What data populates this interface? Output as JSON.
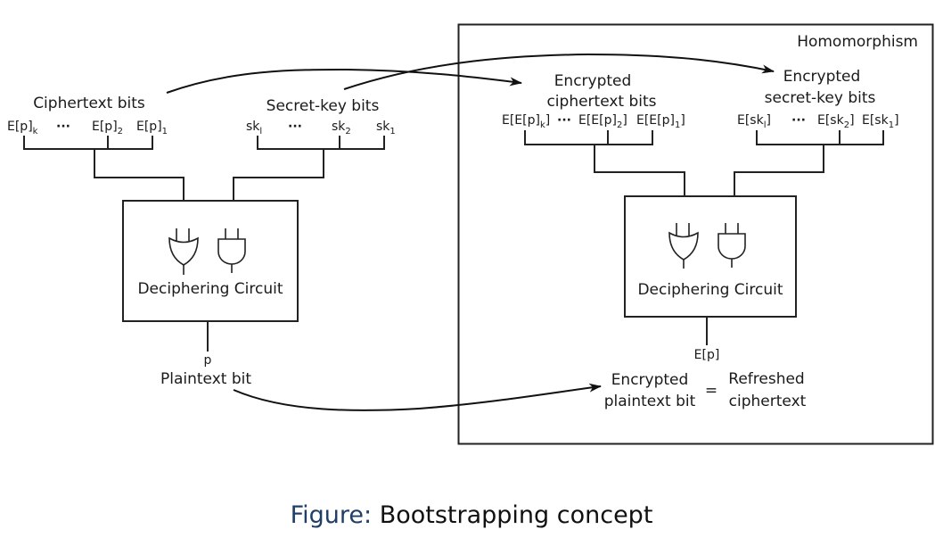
{
  "outer_box": {
    "title": "Homomorphism"
  },
  "left": {
    "ciphertext_label": "Ciphertext bits",
    "ciphertext_items": [
      {
        "base": "E[p]",
        "sub": "k"
      },
      {
        "base": "···",
        "sub": ""
      },
      {
        "base": "E[p]",
        "sub": "2"
      },
      {
        "base": "E[p]",
        "sub": "1"
      }
    ],
    "secret_key_label": "Secret-key bits",
    "secret_key_items": [
      {
        "base": "sk",
        "sub": "l"
      },
      {
        "base": "···",
        "sub": ""
      },
      {
        "base": "sk",
        "sub": "2"
      },
      {
        "base": "sk",
        "sub": "1"
      }
    ],
    "circuit_label": "Deciphering Circuit",
    "output_symbol": "p",
    "output_label": "Plaintext bit"
  },
  "right": {
    "enc_ciphertext_label_1": "Encrypted",
    "enc_ciphertext_label_2": "ciphertext bits",
    "enc_ciphertext_items": [
      {
        "pre": "E[E[p]",
        "sub": "k",
        "post": "]"
      },
      {
        "pre": "···",
        "sub": "",
        "post": ""
      },
      {
        "pre": "E[E[p]",
        "sub": "2",
        "post": "]"
      },
      {
        "pre": "E[E[p]",
        "sub": "1",
        "post": "]"
      }
    ],
    "enc_secret_key_label_1": "Encrypted",
    "enc_secret_key_label_2": "secret-key bits",
    "enc_secret_key_items": [
      {
        "pre": "E[sk",
        "sub": "l",
        "post": "]"
      },
      {
        "pre": "···",
        "sub": "",
        "post": ""
      },
      {
        "pre": "E[sk",
        "sub": "2",
        "post": "]"
      },
      {
        "pre": "E[sk",
        "sub": "1",
        "post": "]"
      }
    ],
    "circuit_label": "Deciphering Circuit",
    "output_symbol": "E[p]",
    "result_left_1": "Encrypted",
    "result_left_2": "plaintext bit",
    "equals": "=",
    "result_right_1": "Refreshed",
    "result_right_2": "ciphertext"
  },
  "gates": [
    "or-gate",
    "and-gate"
  ],
  "caption": {
    "prefix": "Figure:",
    "text": " Bootstrapping concept",
    "prefix_color": "#1f3f66"
  }
}
